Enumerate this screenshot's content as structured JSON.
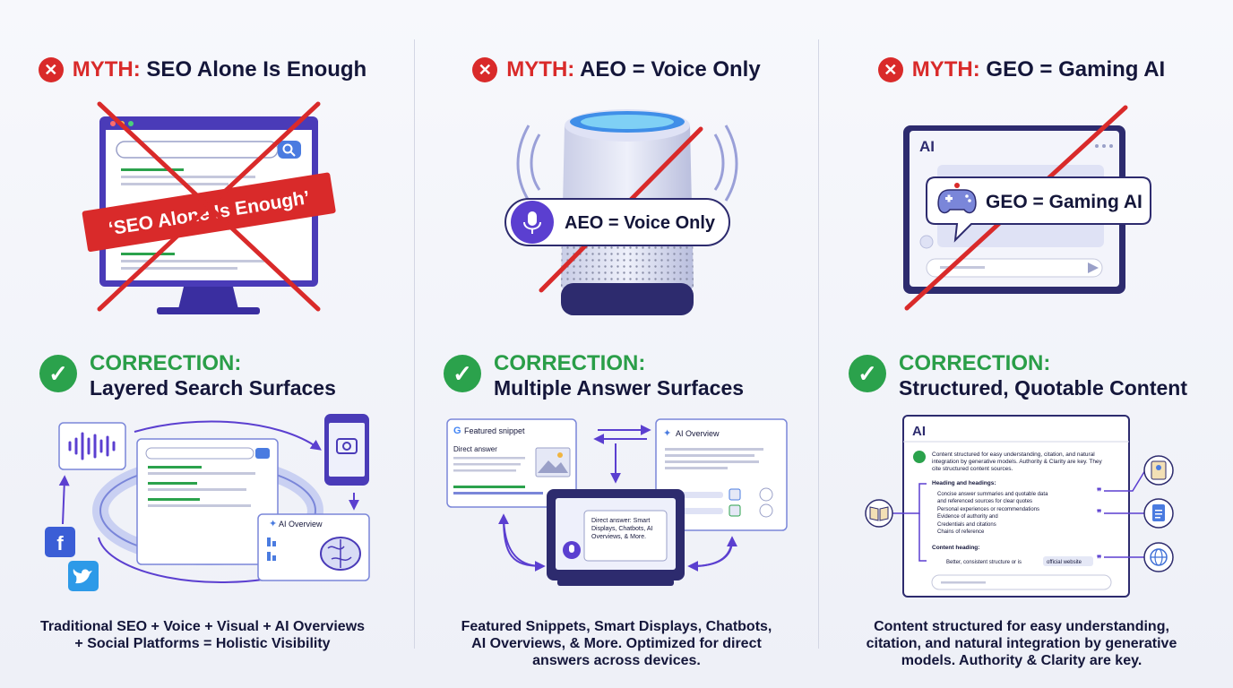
{
  "colors": {
    "myth_red": "#d92a2a",
    "correction_green": "#2ba24c",
    "accent_purple": "#5b3fd0",
    "text_dark": "#14163a"
  },
  "columns": [
    {
      "myth_label": "MYTH:",
      "myth_text": "SEO Alone Is Enough",
      "illustration": {
        "banner": "‘SEO Alone Is Enough’"
      },
      "correction_label": "CORRECTION:",
      "correction_text": "Layered Search Surfaces",
      "diagram": {
        "ai_overview": "AI Overview"
      },
      "summary": [
        "Traditional SEO + Voice + Visual + AI Overviews",
        "+ Social Platforms = Holistic Visibility"
      ]
    },
    {
      "myth_label": "MYTH:",
      "myth_text": "AEO = Voice Only",
      "illustration": {
        "bubble": "AEO = Voice Only"
      },
      "correction_label": "CORRECTION:",
      "correction_text": "Multiple Answer Surfaces",
      "diagram": {
        "featured_snippet": "Featured snippet",
        "direct_answer": "Direct answer",
        "ai_overview": "AI Overview",
        "display_text": [
          "Direct answer: Smart",
          "Displays, Chatbots, AI",
          "Overviews, & More."
        ]
      },
      "summary": [
        "Featured Snippets, Smart Displays, Chatbots,",
        "AI Overviews, & More. Optimized for direct",
        "answers across devices."
      ]
    },
    {
      "myth_label": "MYTH:",
      "myth_text": "GEO = Gaming AI",
      "illustration": {
        "window_label": "AI",
        "bubble": "GEO = Gaming AI"
      },
      "correction_label": "CORRECTION:",
      "correction_text": "Structured, Quotable Content",
      "diagram": {
        "window_label": "AI",
        "intro": [
          "Content structured for easy understanding, citation, and natural",
          "integration by generative models. Authority & Clarity are key. They",
          "cite structured content sources."
        ],
        "heading1": "Heading and headings:",
        "bullets": [
          "Concise answer summaries and quotable data",
          "and referenced sources for clear quotes",
          "Personal experiences or recommendations",
          "Evidence of authority and",
          "Credentials and citations",
          "Chains of reference"
        ],
        "heading2": "Content heading:",
        "footer_text": "Better, consistent structure or is",
        "official": "official website"
      },
      "summary": [
        "Content structured for easy understanding,",
        "citation, and natural integration by generative",
        "models. Authority & Clarity are key."
      ]
    }
  ]
}
